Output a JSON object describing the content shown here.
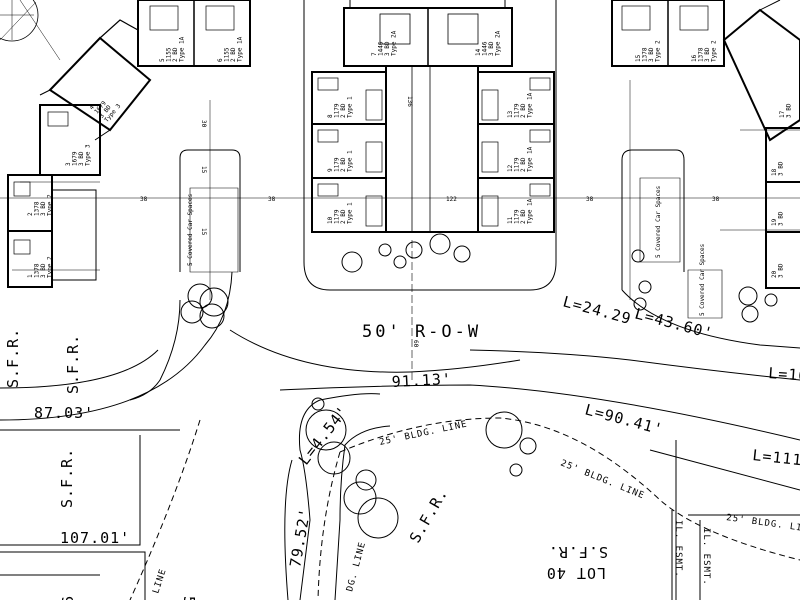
{
  "row_label": "50' R-O-W",
  "dimensions": {
    "d_91_13": "91.13'",
    "d_87_03": "87.03'",
    "d_107_01": "107.01'",
    "d_79_52": "79.52'",
    "arc_24_29": "L=24.29'",
    "arc_43_60": "L=43.60'",
    "arc_90_41": "L=90.41'",
    "arc_111": "L=111",
    "arc_16": "L=16",
    "arc_4_54": "L=4.54'"
  },
  "bldg_lines": [
    "25' BLDG. LINE",
    "25' BLDG. LINE",
    "25' BLDG. LINE",
    "DG. LINE",
    "LINE"
  ],
  "sfr_labels": [
    "S.F.R.",
    "S.F.R.",
    "S.F.R.",
    "S.F.R.",
    "S.F.R."
  ],
  "lot_label": "LOT 40",
  "esmt_labels": [
    "IL. ESMT.",
    "IL. ESMT."
  ],
  "covered_spaces": [
    "5 Covered Car Spaces",
    "5 Covered Car Spaces",
    "5 Covered Car Spaces"
  ],
  "units": [
    {
      "no": "7",
      "sf": "1446",
      "bd": "3 BD",
      "type": "Type 2A"
    },
    {
      "no": "8",
      "sf": "1179",
      "bd": "2 BD",
      "type": "Type 1"
    },
    {
      "no": "9",
      "sf": "1179",
      "bd": "2 BD",
      "type": "Type 1"
    },
    {
      "no": "10",
      "sf": "1179",
      "bd": "2 BD",
      "type": "Type 1"
    },
    {
      "no": "11",
      "sf": "1179",
      "bd": "2 BD",
      "type": "Type 1A"
    },
    {
      "no": "12",
      "sf": "1179",
      "bd": "2 BD",
      "type": "Type 1A"
    },
    {
      "no": "13",
      "sf": "1179",
      "bd": "2 BD",
      "type": "Type 1A"
    },
    {
      "no": "14",
      "sf": "1446",
      "bd": "3 BD",
      "type": "Type 2A"
    },
    {
      "no": "1",
      "sf": "1378",
      "bd": "3 BD",
      "type": "Type 2"
    },
    {
      "no": "2",
      "sf": "1378",
      "bd": "3 BD",
      "type": "Type 2"
    },
    {
      "no": "3",
      "sf": "1679",
      "bd": "3 BD",
      "type": "Type 3"
    },
    {
      "no": "4",
      "sf": "1679",
      "bd": "3 BD",
      "type": "Type 3"
    },
    {
      "no": "5",
      "sf": "1155",
      "bd": "2 BD",
      "type": "Type 1A"
    },
    {
      "no": "6",
      "sf": "1155",
      "bd": "2 BD",
      "type": "Type 1A"
    },
    {
      "no": "15",
      "sf": "1378",
      "bd": "3 BD",
      "type": "Type 2"
    },
    {
      "no": "16",
      "sf": "1378",
      "bd": "3 BD",
      "type": "Type 2"
    },
    {
      "no": "17",
      "sf": "",
      "bd": "3 BD",
      "type": ""
    },
    {
      "no": "18",
      "sf": "",
      "bd": "3 BD",
      "type": ""
    },
    {
      "no": "19",
      "sf": "",
      "bd": "3 BD",
      "type": ""
    },
    {
      "no": "20",
      "sf": "",
      "bd": "3 BD",
      "type": ""
    }
  ]
}
